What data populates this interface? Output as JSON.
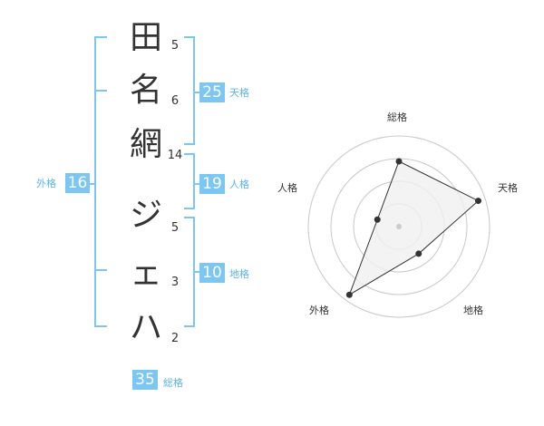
{
  "name": {
    "chars": [
      "田",
      "名",
      "網",
      "ジ",
      "ェ",
      "ハ"
    ],
    "strokes": [
      "5",
      "6",
      "14",
      "5",
      "3",
      "2"
    ]
  },
  "fortune": {
    "tenkaku": {
      "value": "25",
      "label": "天格"
    },
    "jinkaku": {
      "value": "19",
      "label": "人格"
    },
    "chikaku": {
      "value": "10",
      "label": "地格"
    },
    "gaikaku": {
      "value": "16",
      "label": "外格"
    },
    "soukaku": {
      "value": "35",
      "label": "総格"
    }
  },
  "radar": {
    "axis_labels": [
      "総格",
      "天格",
      "地格",
      "外格",
      "人格"
    ],
    "levels": 4,
    "values": [
      0.72,
      0.92,
      0.37,
      0.93,
      0.25
    ]
  },
  "colors": {
    "accent": "#7cc6f3",
    "label": "#5ab4e8",
    "bracket": "#7cc6f3",
    "grid": "#c8c8c8",
    "fill": "#f0f0f0",
    "line": "#333333"
  }
}
